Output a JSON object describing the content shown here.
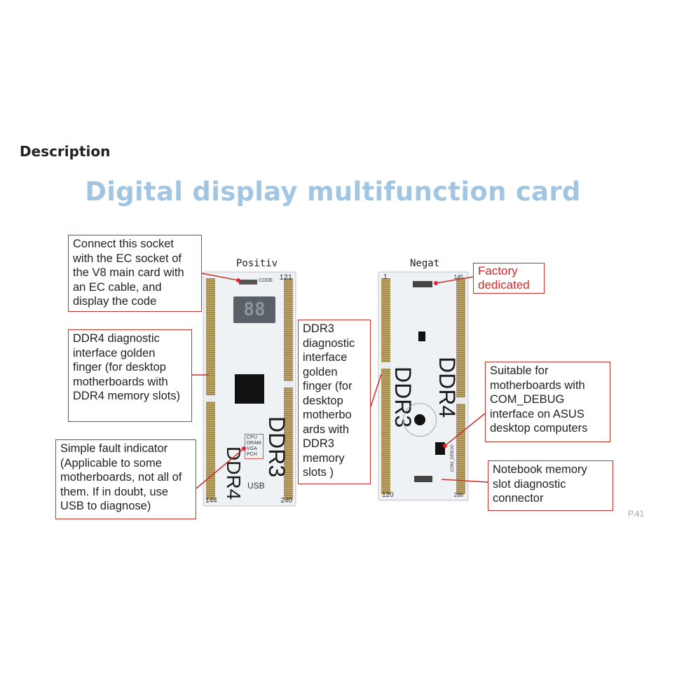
{
  "section_heading": "Description",
  "title": "Digital display multifunction card",
  "page_number": "P.41",
  "front_board": {
    "label": "Positiv",
    "pin_top_right": "121",
    "pin_bottom_left": "144",
    "pin_bottom_right": "240",
    "code_label": "CODE",
    "display": "88",
    "ddr4_label": "DDR4",
    "ddr3_label": "DDR3",
    "usb_label": "USB",
    "leds": [
      "CPU",
      "DRAM",
      "VGA",
      "PCH"
    ]
  },
  "back_board": {
    "label": "Negat",
    "pin_top_left": "1",
    "pin_top_right": "145",
    "pin_bottom_left": "120",
    "pin_bottom_right": "288",
    "ddr3_label": "DDR3",
    "ddr4_label": "DDR4",
    "com_label": "COM_DEBUG"
  },
  "callouts": {
    "ec_socket": "Connect this socket with the EC socket of the V8 main card with an EC cable, and display the code",
    "ddr4_finger": "DDR4 diagnostic interface golden finger (for desktop motherboards with DDR4 memory slots)",
    "fault_indicator": "Simple fault indicator (Applicable to some motherboards, not all of them. If in doubt, use USB to diagnose)",
    "ddr3_finger": "DDR3 diagnostic interface golden finger (for desktop motherbo ards with DDR3 memory slots )",
    "factory": "Factory dedicated",
    "com_debug": "Suitable for motherboards with COM_DEBUG interface on ASUS desktop computers",
    "notebook": "Notebook memory slot diagnostic connector"
  },
  "colors": {
    "title": "#a2c6e2",
    "callout_border": "#c9302c"
  }
}
